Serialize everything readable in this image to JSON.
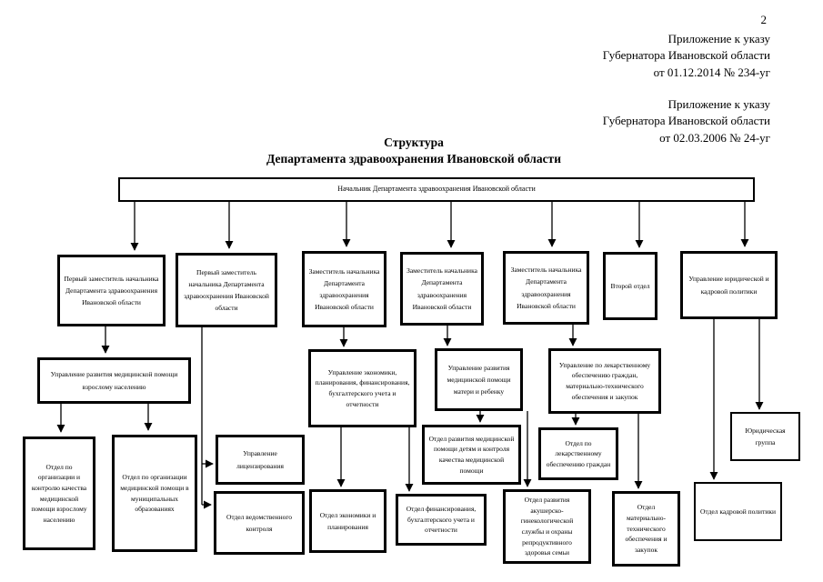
{
  "page_number": "2",
  "annexes": [
    {
      "l1": "Приложение к указу",
      "l2": "Губернатора Ивановской области",
      "l3": "от 01.12.2014 № 234-уг"
    },
    {
      "l1": "Приложение к указу",
      "l2": "Губернатора Ивановской области",
      "l3": "от 02.03.2006 № 24-уг"
    }
  ],
  "title": {
    "l1": "Структура",
    "l2": "Департамента здравоохранения Ивановской области"
  },
  "boxes": {
    "root": "Начальник Департамента здравоохранения Ивановской области",
    "first_deputy_1": "Первый заместитель начальника Департамента здравоохранения Ивановской области",
    "first_deputy_2": "Первый заместитель начальника Департамента здравоохранения Ивановской области",
    "deputy_1": "Заместитель начальника Департамента здравоохранения Ивановской области",
    "deputy_2": "Заместитель начальника Департамента здравоохранения Ивановской области",
    "deputy_3": "Заместитель начальника Департамента здравоохранения Ивановской области",
    "second_department": "Второй отдел",
    "legal_hr_directorate": "Управление юридической и кадровой политики",
    "adult_care_directorate": "Управление развития медицинской помощи взрослому населению",
    "economics_directorate": "Управление экономики, планирования, финансирования, бухгалтерского учета и отчетности",
    "mother_child_directorate": "Управление развития медицинской помощи матери и ребенку",
    "drug_supply_directorate": "Управление по лекарственному обеспечению граждан, материально-технического обеспечения и закупок",
    "adult_care_quality_dept": "Отдел по организации и контролю качества медицинской помощи взрослому населению",
    "municipal_care_dept": "Отдел по организации медицинской помощи в муниципальных образованиях",
    "licensing_directorate": "Управление лицензирования",
    "departmental_control_dept": "Отдел ведомственного контроля",
    "economics_planning_dept": "Отдел экономики и планирования",
    "finance_accounting_dept": "Отдел финансирования, бухгалтерского учета и отчетности",
    "children_care_dept": "Отдел развития медицинской помощи детям и контроля качества медицинской помощи",
    "obstetrics_dept": "Отдел развития акушерско-гинекологической службы и охраны репродуктивного здоровья семьи",
    "drug_supply_dept": "Отдел по лекарственному обеспечению граждан",
    "logistics_dept": "Отдел материально-технического обеспечения и закупок",
    "legal_group": "Юридическая группа",
    "hr_policy_dept": "Отдел кадровой политики"
  }
}
